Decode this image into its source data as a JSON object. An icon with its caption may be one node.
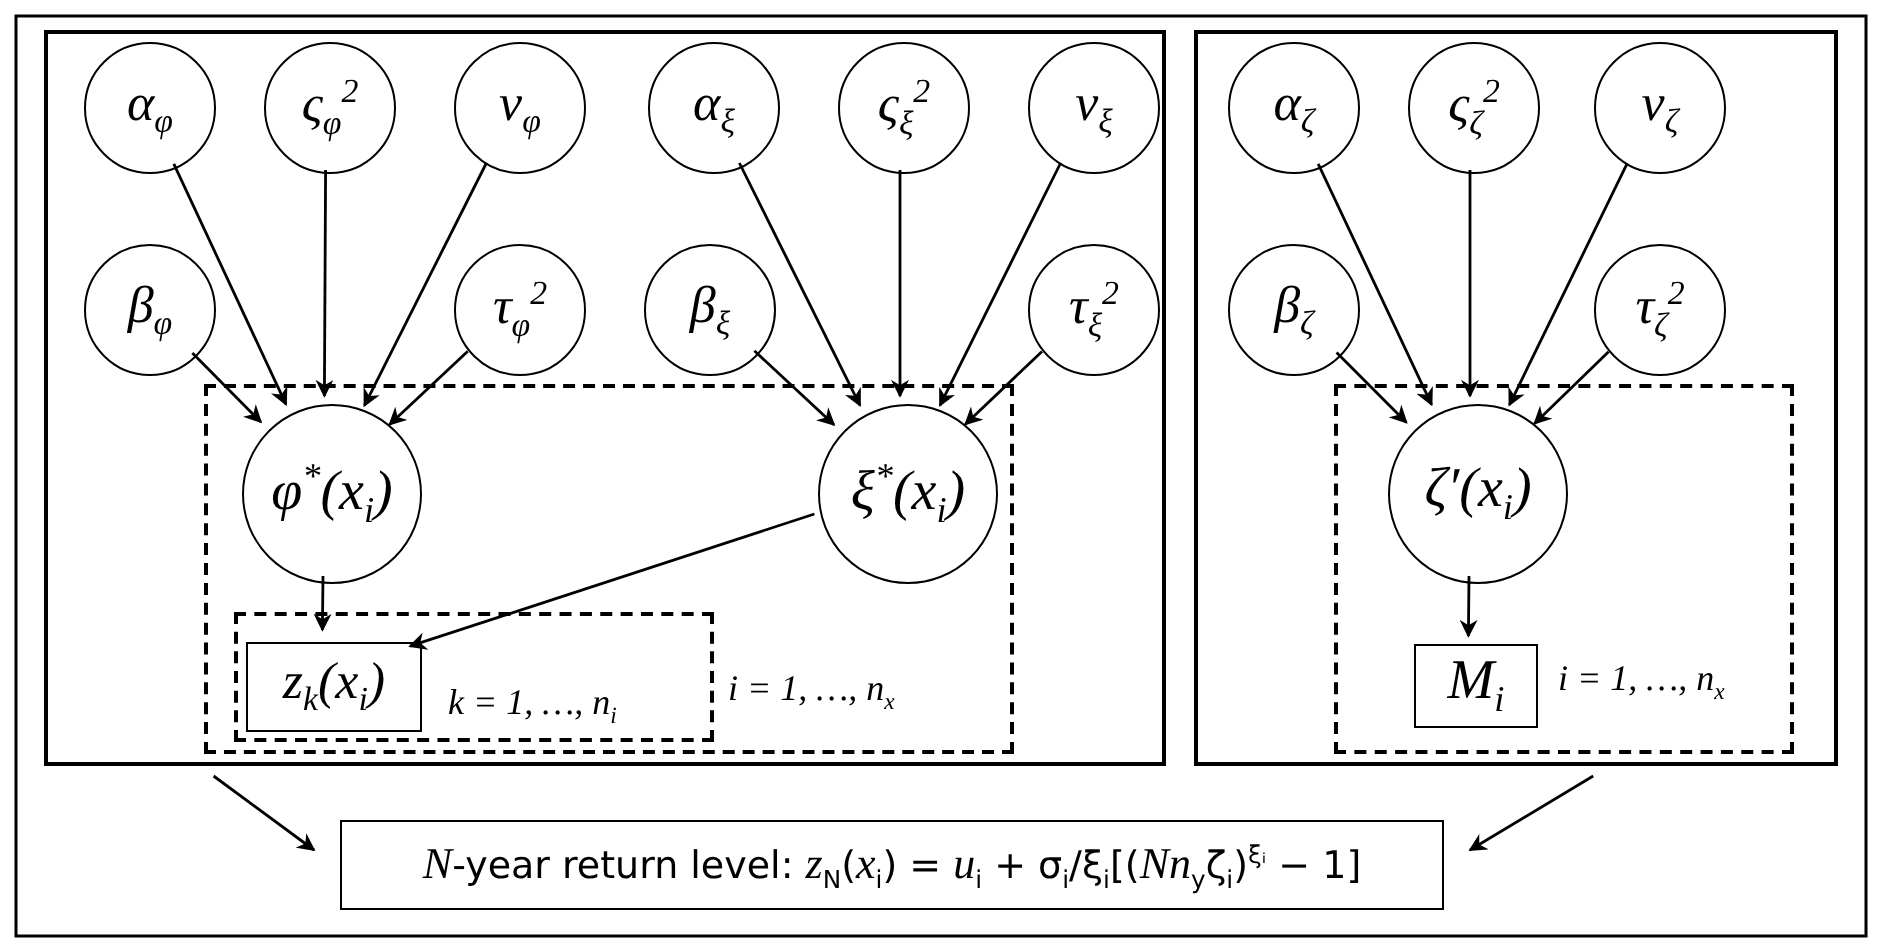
{
  "diagram": {
    "nodes": [
      {
        "text": [],
        "shape": "box"
      },
      {
        "text": [
          "α$_{φ}$"
        ],
        "in": 0
      },
      {
        "text": [
          "ς$_{φ}$$^{2}$"
        ],
        "in": 0
      },
      {
        "text": [
          "ν$_{φ}$"
        ],
        "in": 0
      },
      {
        "text": [
          "α$_{ξ}$"
        ],
        "in": 0
      },
      {
        "text": [
          "ς$_{ξ}$$^{2}$"
        ],
        "in": 0
      },
      {
        "text": [
          "ν$_{ξ}$"
        ],
        "in": 0
      },
      {
        "text": [
          "β$_{φ}$"
        ],
        "in": 0
      },
      {
        "text": [
          "τ$_{φ}$$^{2}$"
        ],
        "in": 0
      },
      {
        "text": [
          "β$_{ξ}$"
        ],
        "in": 0
      },
      {
        "text": [
          "τ$_{ξ}$$^{2}$"
        ],
        "in": 0
      },
      {
        "text": [
          "i = 1, …, n$_{x}$"
        ],
        "in": 0
      },
      {
        "text": [
          "φ$^{*}$(x$_{i}$)"
        ],
        "in": 11
      },
      {
        "text": [
          "ξ$^{*}$(x$_{i}$)"
        ],
        "in": 11
      },
      {
        "text": [
          "k = 1, …, n$_{i}$"
        ],
        "in": 11
      },
      {
        "text": [
          "z$_{k}$(x$_{i}$)"
        ],
        "in": 14
      },
      {
        "text": [],
        "shape": "box"
      },
      {
        "text": [
          "α$_{ζ}$"
        ],
        "in": 16
      },
      {
        "text": [
          "ς$_{ζ}$$^{2}$"
        ],
        "in": 16
      },
      {
        "text": [
          "ν$_{ζ}$"
        ],
        "in": 16
      },
      {
        "text": [
          "β$_{ζ}$"
        ],
        "in": 16
      },
      {
        "text": [
          "τ$_{ζ}$$^{2}$"
        ],
        "in": 16
      },
      {
        "text": [
          "i = 1, …, n$_{x}$"
        ],
        "in": 16
      },
      {
        "text": [
          "ζ′(x$_{i}$)"
        ],
        "in": 22
      },
      {
        "text": [
          "M$_{i}$"
        ],
        "in": 22
      },
      {
        "text": [
          "*N*-year return level: *z*$_{N}$(*x*$_{i}$) = *u*$_{i}$ + σ$_{i}$/ξ$_{i}$[(*Nn*$_{y}$ζ$_{i}$)$^{ξᵢ}$ − 1]"
        ]
      }
    ],
    "edges": [
      {
        "from": 1,
        "to": 12,
        "arrow": "to"
      },
      {
        "from": 2,
        "to": 12,
        "arrow": "to"
      },
      {
        "from": 3,
        "to": 12,
        "arrow": "to"
      },
      {
        "from": 7,
        "to": 12,
        "arrow": "to"
      },
      {
        "from": 8,
        "to": 12,
        "arrow": "to"
      },
      {
        "from": 4,
        "to": 13,
        "arrow": "to"
      },
      {
        "from": 5,
        "to": 13,
        "arrow": "to"
      },
      {
        "from": 6,
        "to": 13,
        "arrow": "to"
      },
      {
        "from": 9,
        "to": 13,
        "arrow": "to"
      },
      {
        "from": 10,
        "to": 13,
        "arrow": "to"
      },
      {
        "from": 12,
        "to": 15,
        "arrow": "to"
      },
      {
        "from": 13,
        "to": 15,
        "arrow": "to"
      },
      {
        "from": 17,
        "to": 23,
        "arrow": "to"
      },
      {
        "from": 18,
        "to": 23,
        "arrow": "to"
      },
      {
        "from": 19,
        "to": 23,
        "arrow": "to"
      },
      {
        "from": 20,
        "to": 23,
        "arrow": "to"
      },
      {
        "from": 21,
        "to": 23,
        "arrow": "to"
      },
      {
        "from": 23,
        "to": 24,
        "arrow": "to"
      },
      {
        "from": 0,
        "to": 25,
        "arrow": "to"
      },
      {
        "from": 16,
        "to": 25,
        "arrow": "to"
      }
    ]
  }
}
